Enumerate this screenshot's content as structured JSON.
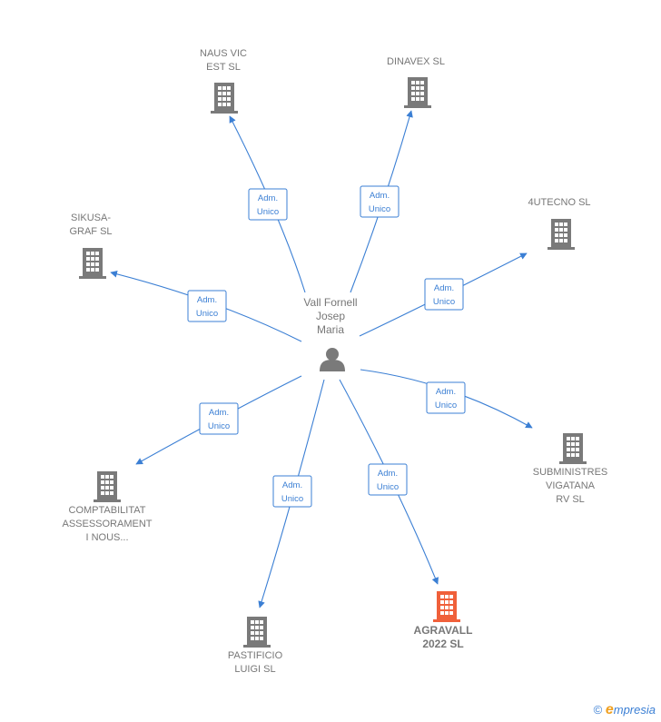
{
  "center": {
    "name_lines": [
      "Vall Fornell",
      "Josep",
      "Maria"
    ],
    "icon": "person-icon"
  },
  "companies": [
    {
      "id": "naus-vic-est-sl",
      "lines": [
        "NAUS VIC",
        "EST  SL"
      ],
      "relation": [
        "Adm.",
        "Unico"
      ],
      "highlight": false
    },
    {
      "id": "dinavex-sl",
      "lines": [
        "DINAVEX SL"
      ],
      "relation": [
        "Adm.",
        "Unico"
      ],
      "highlight": false
    },
    {
      "id": "4utecno-sl",
      "lines": [
        "4UTECNO SL"
      ],
      "relation": [
        "Adm.",
        "Unico"
      ],
      "highlight": false
    },
    {
      "id": "sikusa-graf-sl",
      "lines": [
        "SIKUSA-",
        "GRAF SL"
      ],
      "relation": [
        "Adm.",
        "Unico"
      ],
      "highlight": false
    },
    {
      "id": "subministres-vigatana-rv-sl",
      "lines": [
        "SUBMINISTRES",
        "VIGATANA",
        "RV SL"
      ],
      "relation": [
        "Adm.",
        "Unico"
      ],
      "highlight": false
    },
    {
      "id": "comptabilitat-assessorament",
      "lines": [
        "COMPTABILITAT",
        "ASSESSORAMENT",
        "I NOUS..."
      ],
      "relation": [
        "Adm.",
        "Unico"
      ],
      "highlight": false
    },
    {
      "id": "agravall-2022-sl",
      "lines": [
        "AGRAVALL",
        "2022  SL"
      ],
      "relation": [
        "Adm.",
        "Unico"
      ],
      "highlight": true
    },
    {
      "id": "pastificio-luigi-sl",
      "lines": [
        "PASTIFICIO",
        "LUIGI SL"
      ],
      "relation": [
        "Adm.",
        "Unico"
      ],
      "highlight": false
    }
  ],
  "colors": {
    "edge": "#3b7fd4",
    "building": "#7a7a7a",
    "building_highlight": "#f0603a",
    "person": "#7a7a7a",
    "label": "#777777"
  },
  "watermark": {
    "copyright": "©",
    "brand_initial": "e",
    "brand_rest": "mpresia"
  }
}
